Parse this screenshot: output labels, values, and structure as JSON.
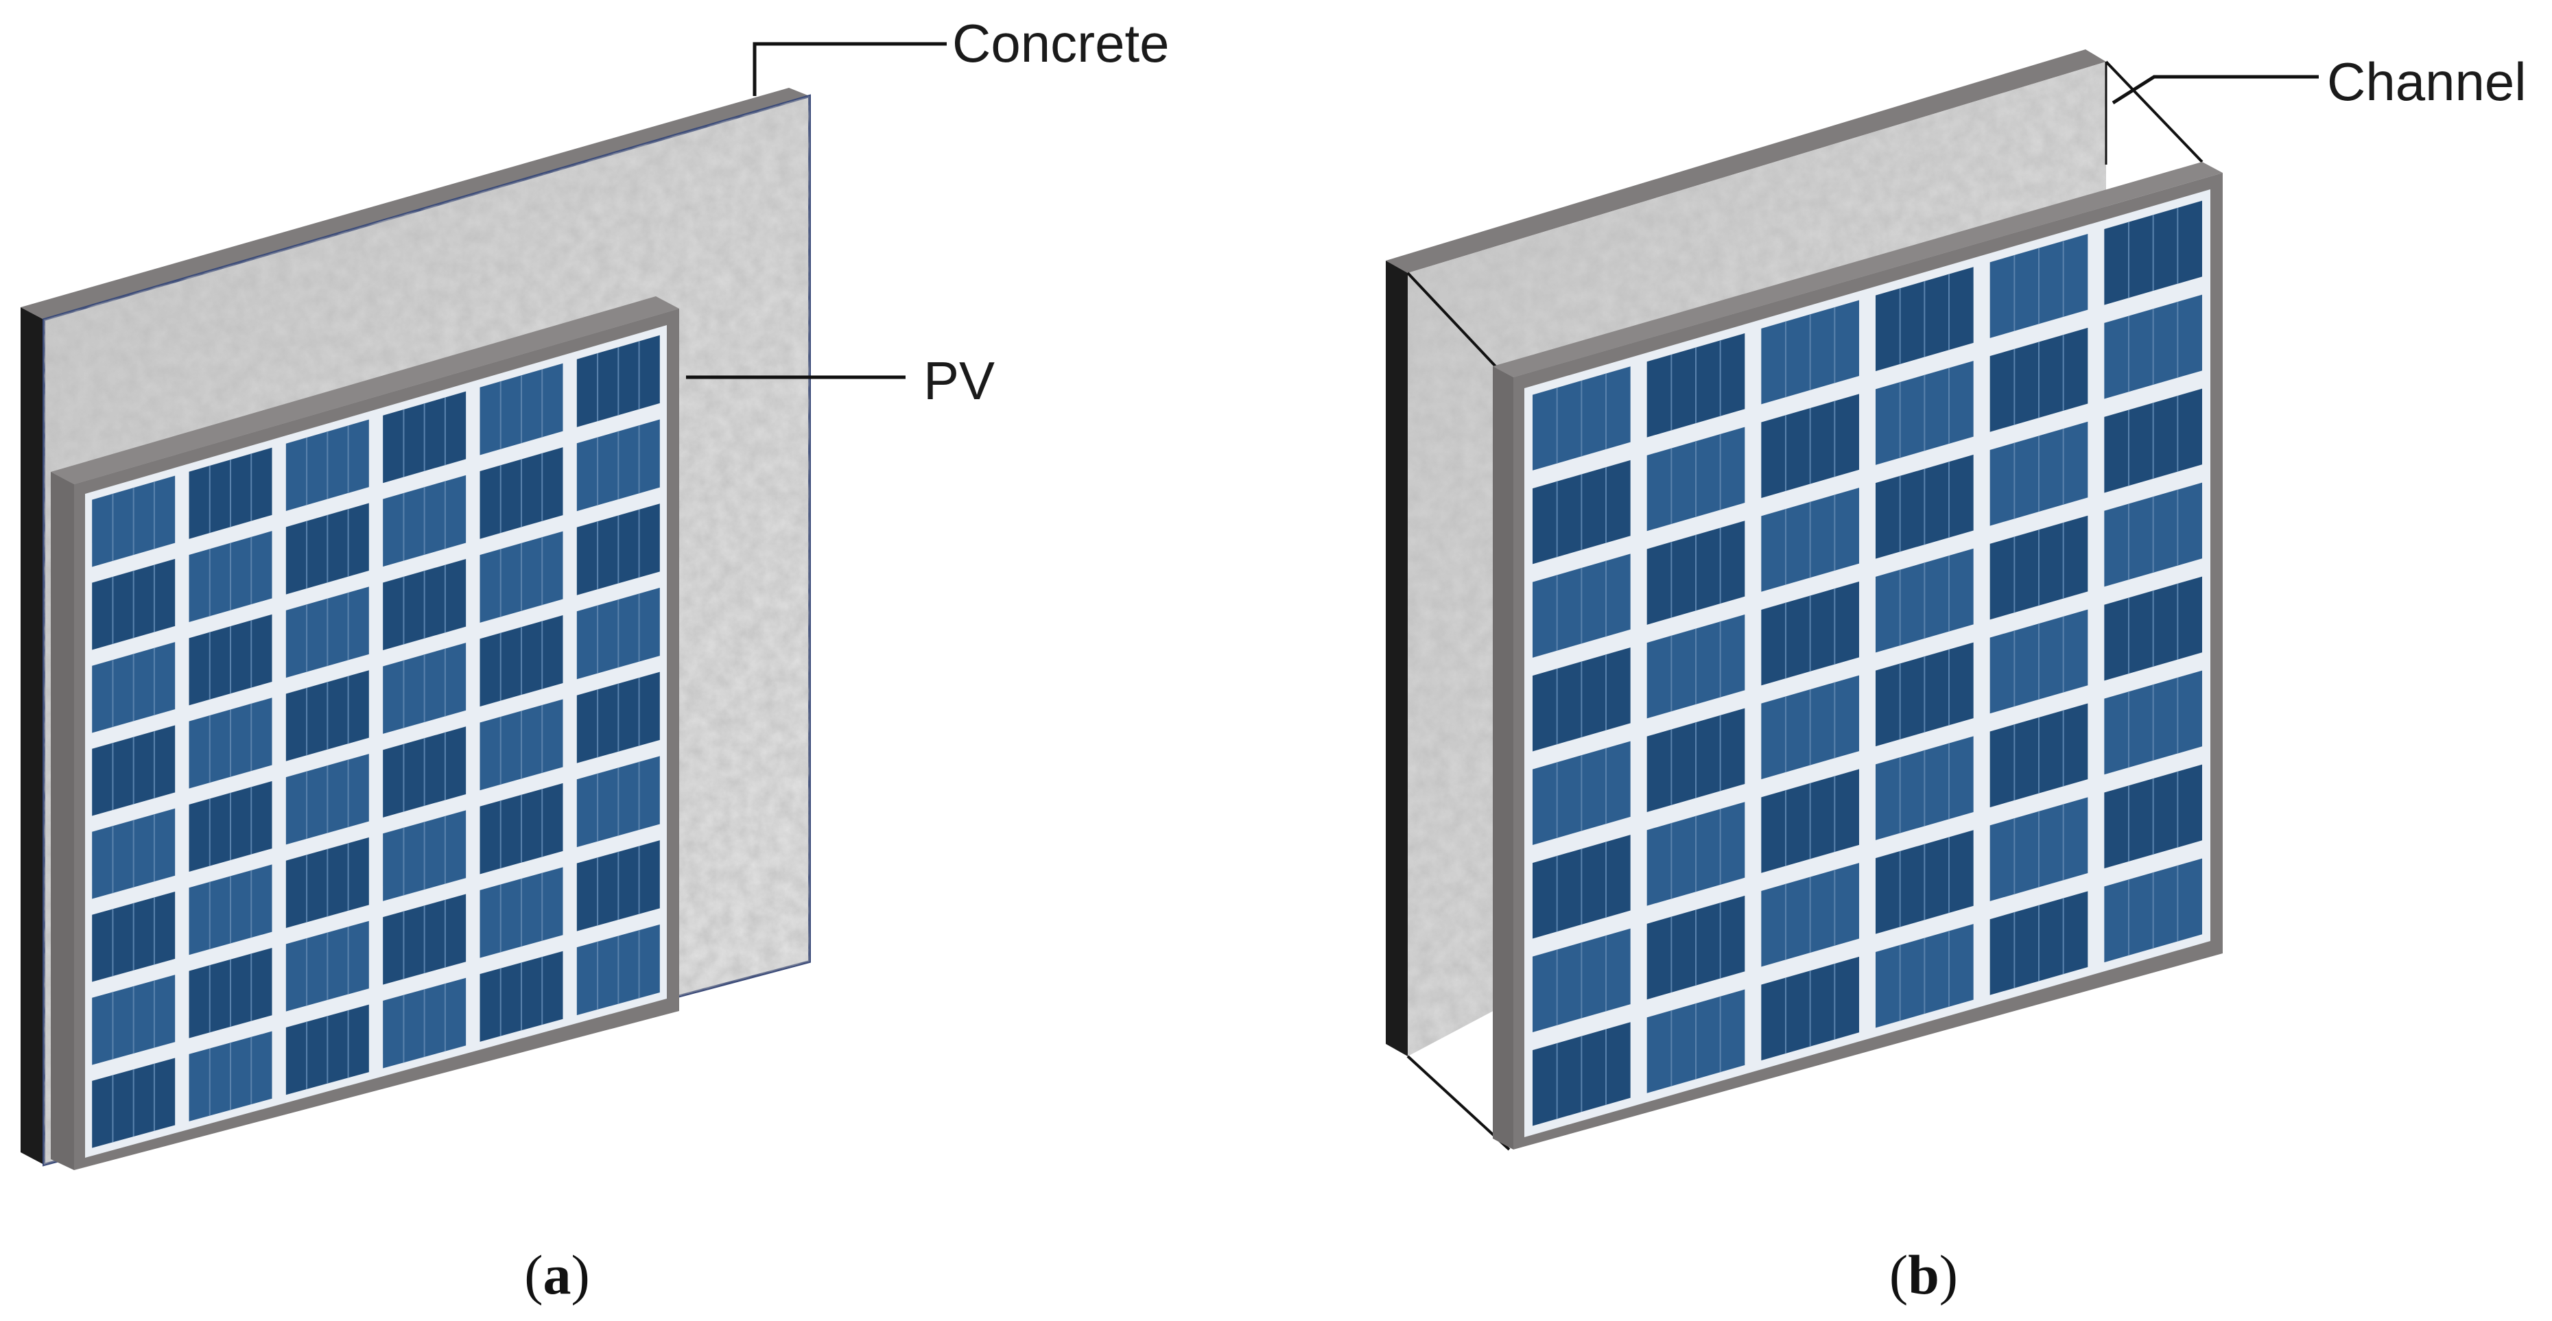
{
  "labels": {
    "concrete": "Concrete",
    "pv": "PV",
    "channel": "Channel"
  },
  "captions": {
    "a_open": "(",
    "a_letter": "a",
    "a_close": ")",
    "b_open": "(",
    "b_letter": "b",
    "b_close": ")"
  },
  "colors": {
    "frame": "#7c7979",
    "frame_dark": "#1b1b1b",
    "panel_cell": "#1f4b78",
    "panel_cell_light": "#2d5e8f",
    "concrete": "#d4d4d4",
    "leader": "#111111"
  },
  "panel": {
    "rows": 8,
    "cols": 6
  }
}
